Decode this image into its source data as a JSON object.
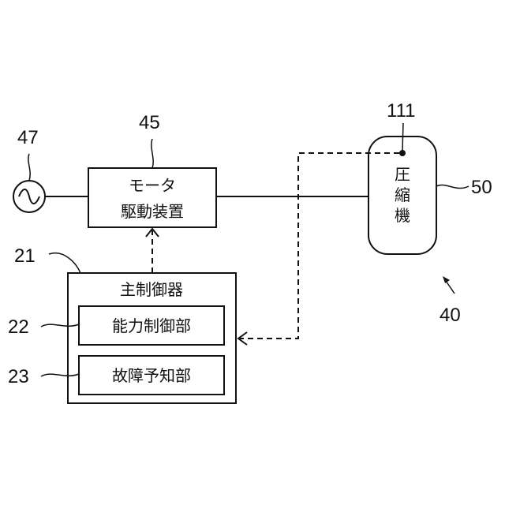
{
  "reference_numerals": {
    "power_source": "47",
    "motor_drive": "45",
    "sensor": "111",
    "compressor": "50",
    "system": "40",
    "main_controller": "21",
    "capacity_control": "22",
    "failure_prediction": "23"
  },
  "labels": {
    "motor_drive_line1": "モータ",
    "motor_drive_line2": "駆動装置",
    "compressor_chars": [
      "圧",
      "縮",
      "機"
    ],
    "main_controller": "主制御器",
    "capacity_control": "能力制御部",
    "failure_prediction": "故障予知部"
  },
  "icons": {
    "power_source": "ac-source-icon"
  }
}
